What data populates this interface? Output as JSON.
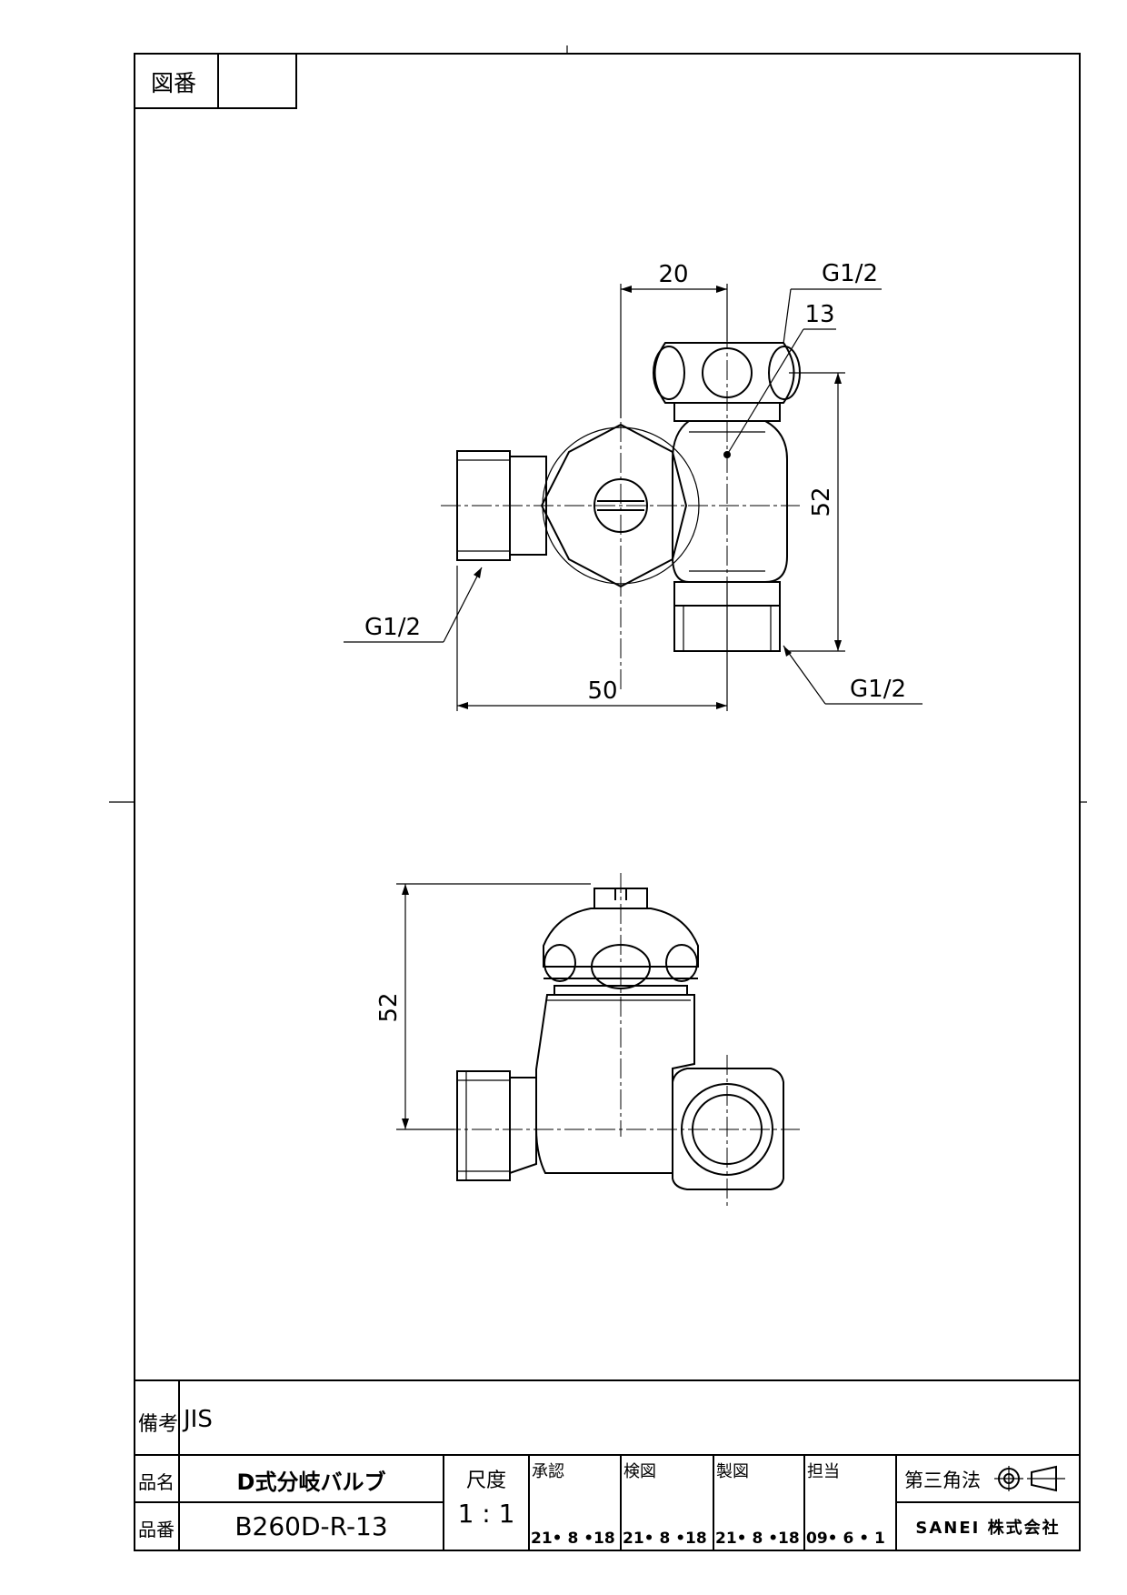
{
  "figure_no_label": "図番",
  "figure_no_value": "",
  "dimensions": {
    "top_width": "20",
    "top_connection": "G1/2",
    "top_inner": "13",
    "right_height": "52",
    "left_connection": "G1/2",
    "bottom_length": "50",
    "bottom_connection": "G1/2",
    "front_height": "52"
  },
  "title_block": {
    "remarks_label": "備考",
    "remarks_value": "JIS",
    "name_label": "品名",
    "name_value": "D式分岐バルブ",
    "part_label": "品番",
    "part_value": "B260D-R-13",
    "scale_label": "尺度",
    "scale_value": "1 : 1",
    "approved_label": "承認",
    "approved_date": "21• 8 •18",
    "checked_label": "検図",
    "checked_date": "21• 8 •18",
    "drawn_label": "製図",
    "drawn_date": "21• 8 •18",
    "charge_label": "担当",
    "charge_date": "09• 6 • 1",
    "projection_label": "第三角法",
    "company": "SANEI 株式会社"
  }
}
